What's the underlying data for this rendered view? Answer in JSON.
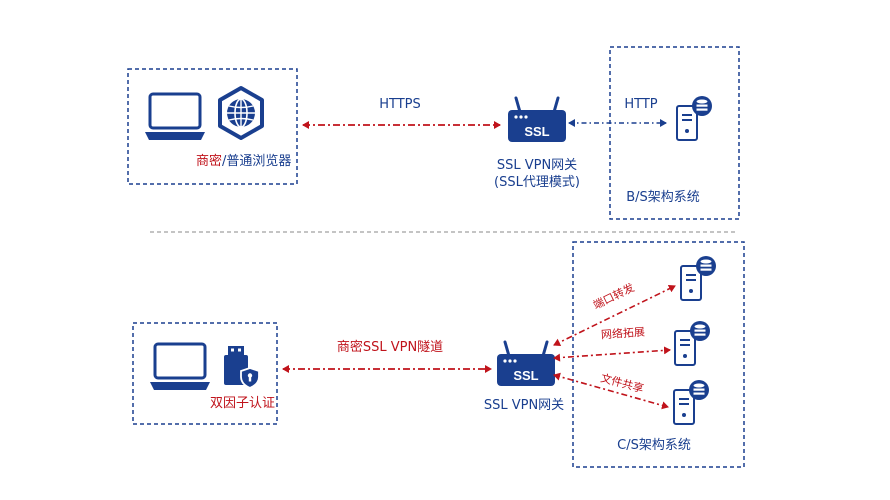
{
  "colors": {
    "primary": "#1a3f8f",
    "accent": "#c0131b",
    "frame": "#1a3f8f",
    "divider": "#8a8a8a"
  },
  "top": {
    "browser_label_red": "商密",
    "browser_label_blue": "/普通浏览器",
    "link_left_label": "HTTPS",
    "gateway_badge": "SSL",
    "gateway_name": "SSL VPN网关",
    "gateway_mode": "(SSL代理模式)",
    "link_right_label": "HTTP",
    "system_label": "B/S架构系统"
  },
  "bottom": {
    "client_label": "双因子认证",
    "tunnel_label": "商密SSL VPN隧道",
    "gateway_badge": "SSL",
    "gateway_name": "SSL VPN网关",
    "links": [
      "端口转发",
      "网络拓展",
      "文件共享"
    ],
    "system_label": "C/S架构系统"
  },
  "icons": [
    "laptop-icon",
    "globe-shield-icon",
    "router-icon",
    "server-database-icon",
    "usb-key-icon"
  ]
}
